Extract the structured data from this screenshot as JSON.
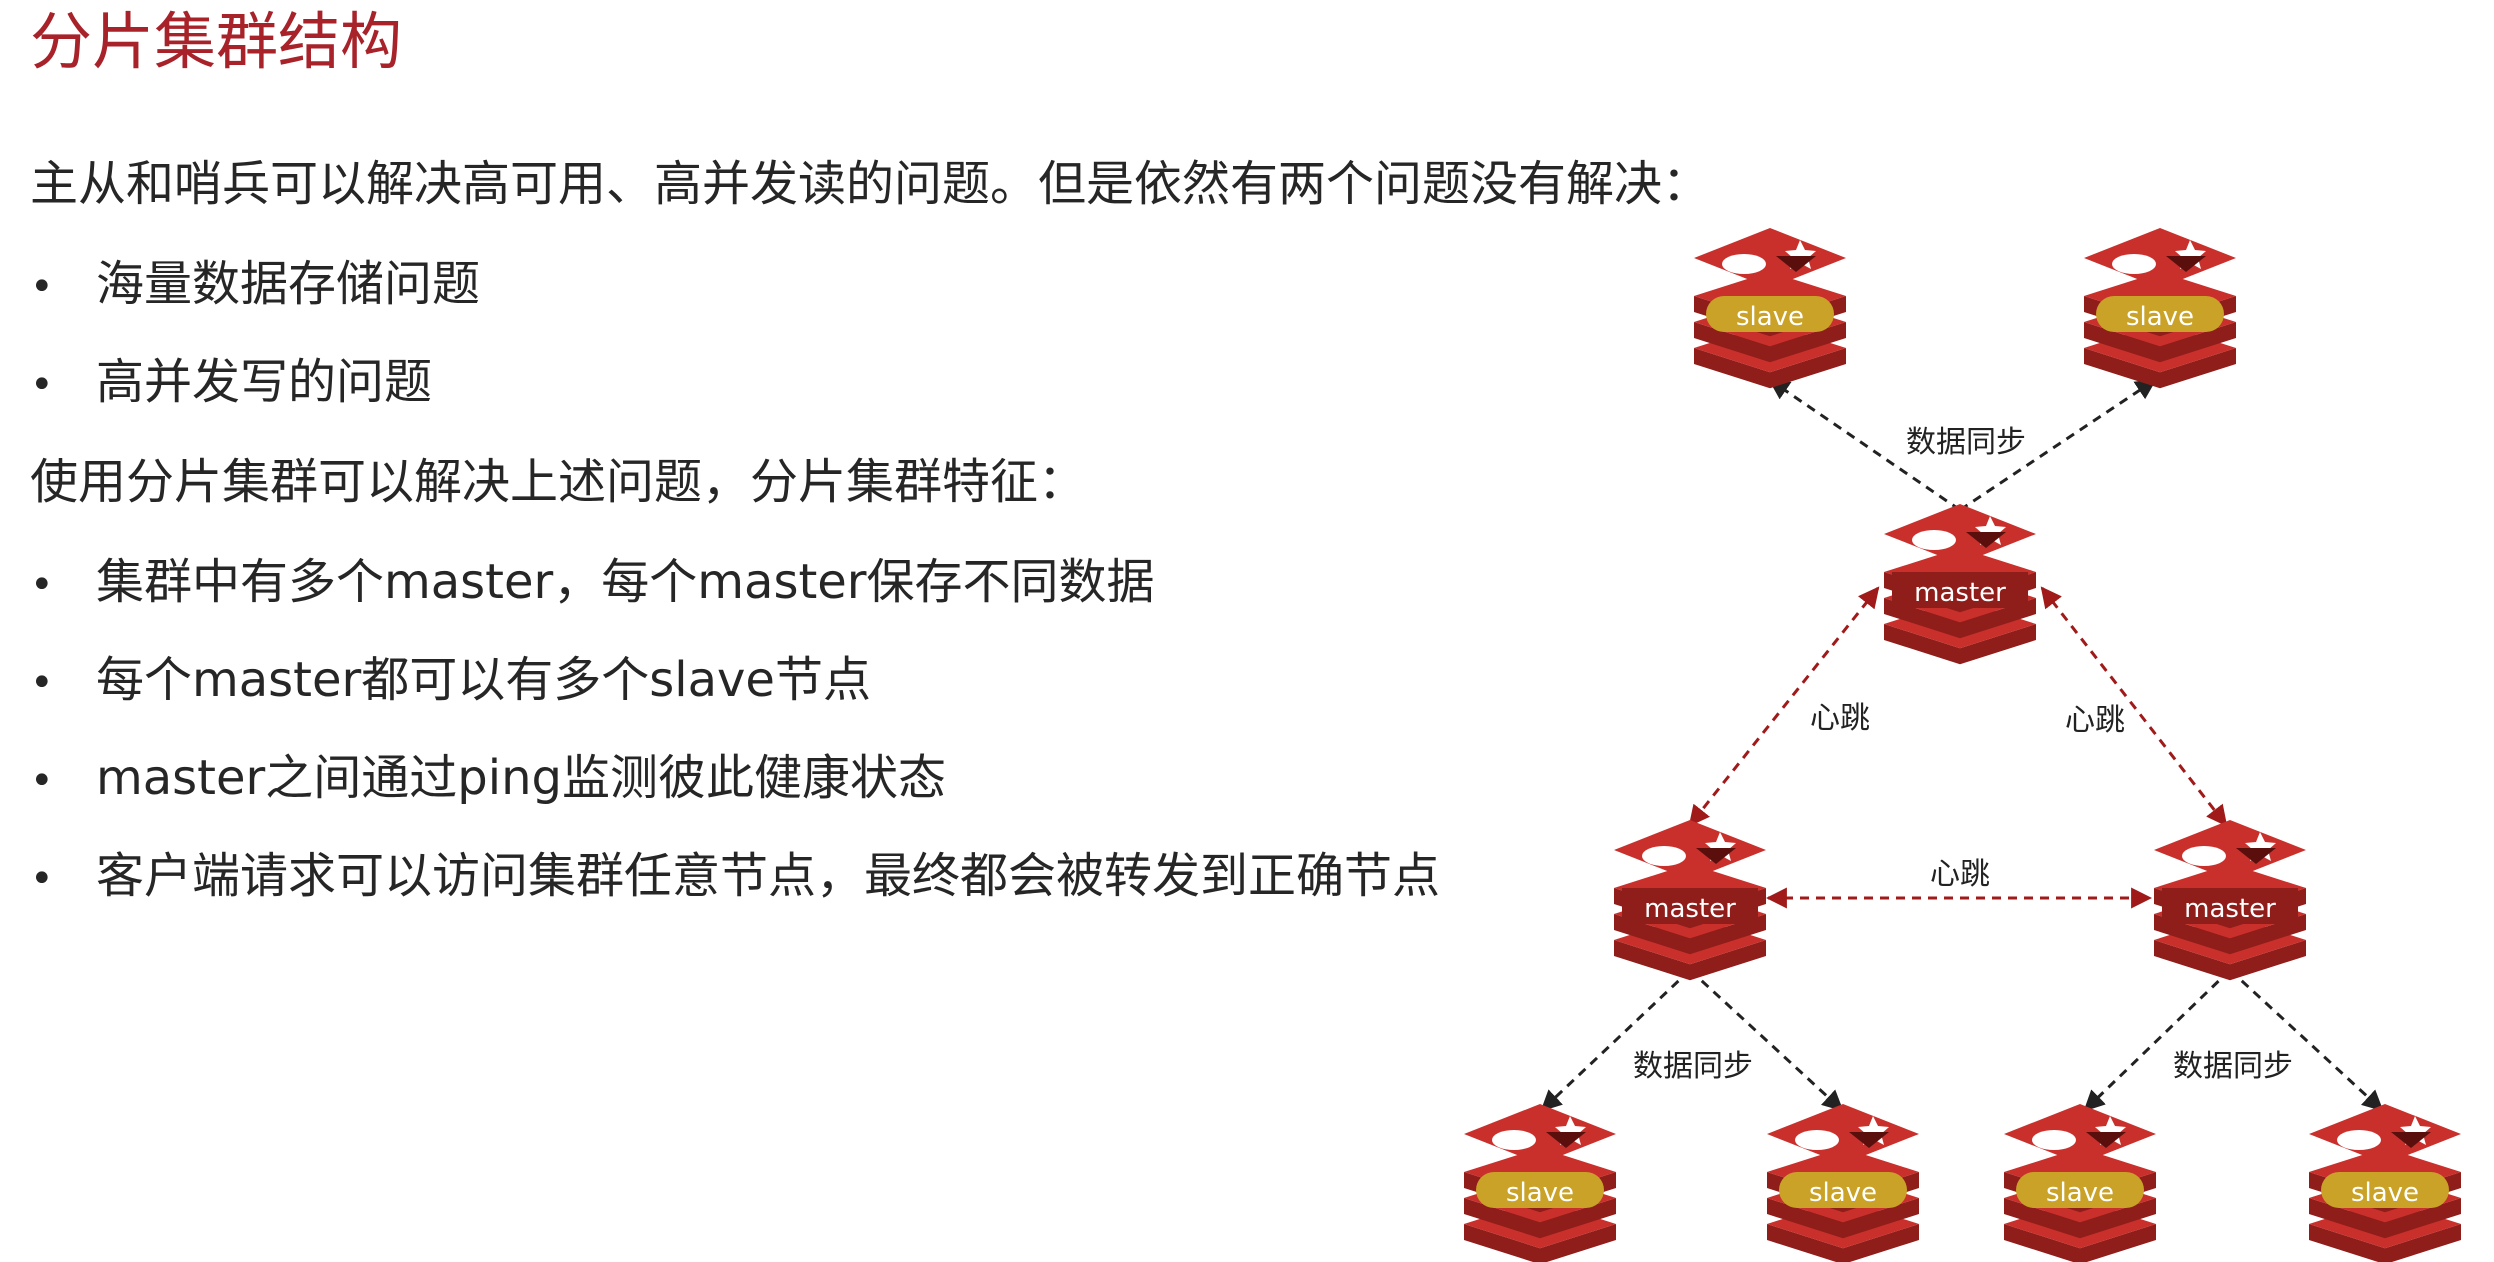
{
  "title": "分片集群结构",
  "intro": "主从和哨兵可以解决高可用、高并发读的问题。但是依然有两个问题没有解决：",
  "problems": [
    "海量数据存储问题",
    "高并发写的问题"
  ],
  "solution_intro": "使用分片集群可以解决上述问题，分片集群特征：",
  "features": [
    "集群中有多个master，每个master保存不同数据",
    "每个master都可以有多个slave节点",
    "master之间通过ping监测彼此健康状态",
    "客户端请求可以访问集群任意节点，最终都会被转发到正确节点"
  ],
  "diagram": {
    "master_label": "master",
    "slave_label": "slave",
    "heartbeat_label": "心跳",
    "sync_label": "数据同步"
  },
  "colors": {
    "title": "#a8222a",
    "redis_red": "#c9302c",
    "redis_dark": "#8f1d1a",
    "slave_band": "#c9a227",
    "heartbeat_line": "#a11a1a",
    "sync_line": "#222222"
  }
}
